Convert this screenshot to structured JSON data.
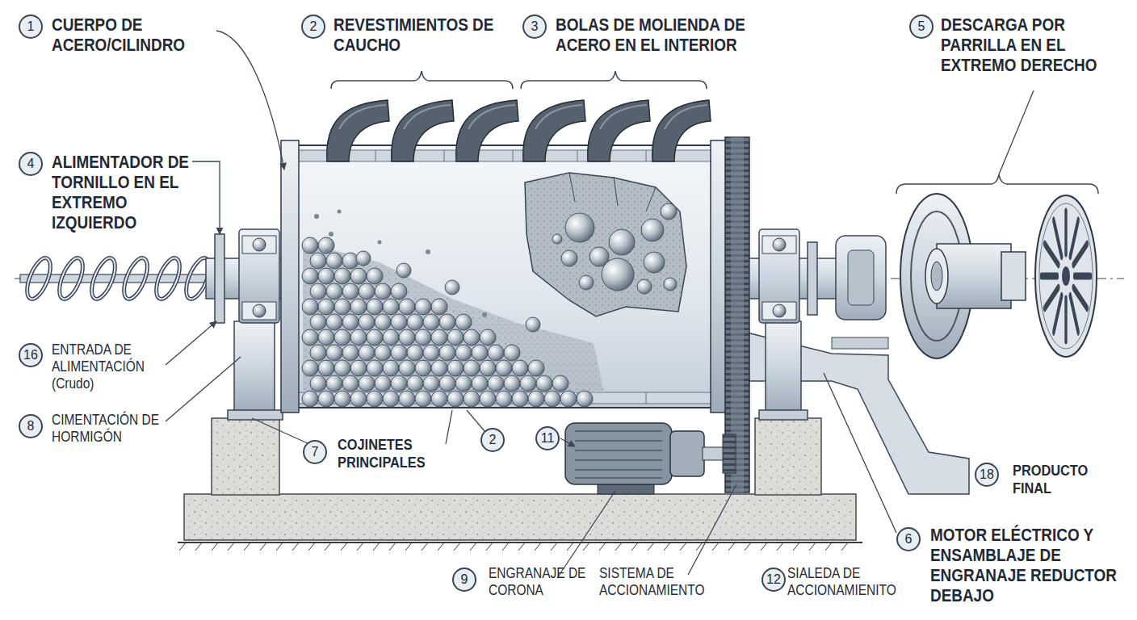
{
  "diagram": {
    "labels": [
      "1",
      "CUERPO DE ACERO/CILINDRO",
      "2",
      "REVESTIMIENTOS DE CAUCHO",
      "3",
      "BOLAS DE MOLIENDA DE ACERO EN EL INTERIOR",
      "5",
      "DESCARGA POR PARRILLA EN EL EXTREMO DERECHO",
      "4",
      "ALIMENTADOR DE TORNILLO EN EL EXTREMO IZQUIERDO",
      "16",
      "ENTRADA DE ALIMENTACIÓN (Crudo)",
      "8",
      "CIMENTACIÓN DE HORMIGÓN",
      "7",
      "COJINETES PRINCIPALES",
      "2",
      "11",
      "18",
      "PRODUCTO FINAL",
      "6",
      "MOTOR ELÉCTRICO Y ENSAMBLAJE DE ENGRANAJE REDUCTOR DEBAJO",
      "9",
      "ENGRANAJE DE CORONA",
      "SISTEMA DE ACCIONAMIENTO",
      "12",
      "SIALEDA DE ACCIONAMIENITO"
    ]
  }
}
